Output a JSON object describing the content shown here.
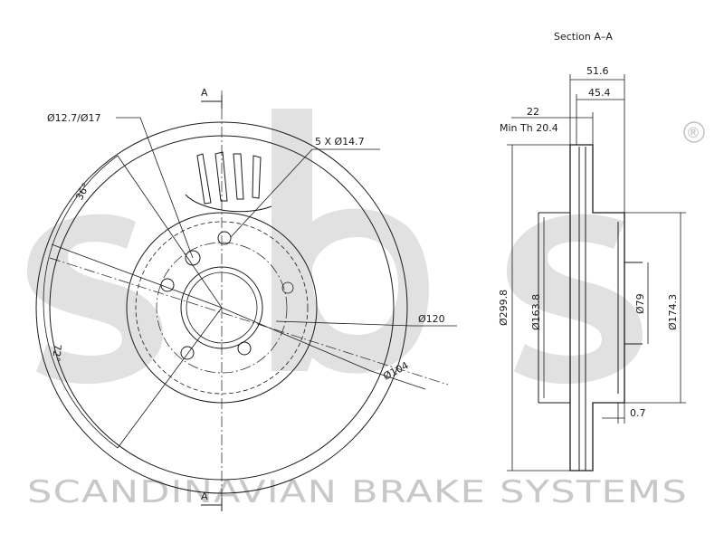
{
  "watermark": {
    "logo_text": "sbs",
    "registered_mark": "®",
    "brand_name": "SCANDINAVIAN BRAKE SYSTEMS",
    "color": "#c8c8c8"
  },
  "front_view": {
    "section_marker_top": "A",
    "section_marker_bottom": "A",
    "bolt_hole_label": "Ø12.7/Ø17",
    "stud_holes_label": "5 X Ø14.7",
    "angle_label_36": "36°",
    "angle_label_72": "72°",
    "pcd_outer_label": "Ø120",
    "pcd_inner_label": "Ø104"
  },
  "section_view": {
    "title": "Section A–A",
    "overall_width": "51.6",
    "hat_height": "45.4",
    "disc_thickness": "22",
    "min_thickness": "Min Th 20.4",
    "outer_diameter": "Ø299.8",
    "hat_outer_diameter": "Ø163.8",
    "center_bore": "Ø79",
    "hat_inner_diameter": "Ø174.3",
    "offset": "0.7"
  },
  "colors": {
    "line": "#1a1a1a",
    "background": "#ffffff"
  }
}
